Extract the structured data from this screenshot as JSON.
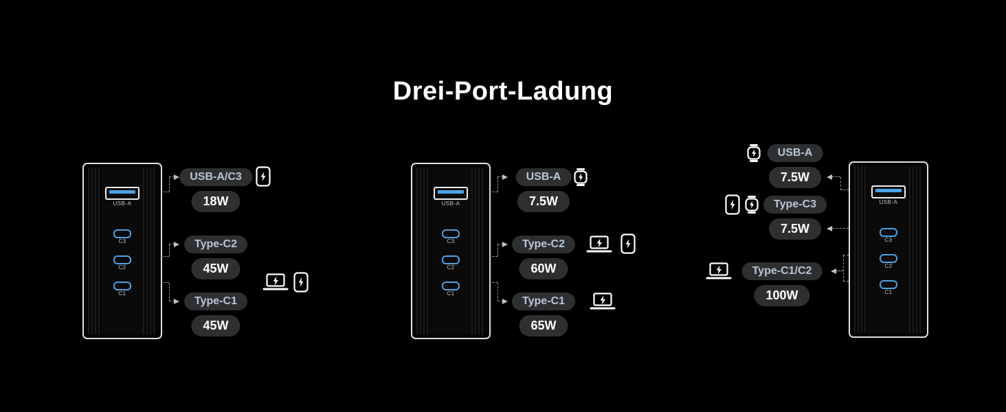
{
  "title": "Drei-Port-Ladung",
  "charger_ports": {
    "usb_a": "USB-A",
    "c3": "C3",
    "c2": "C2",
    "c1": "C1"
  },
  "groups": [
    {
      "name": "left-charger-group",
      "rows": [
        {
          "port": "USB-A/C3",
          "watt": "18W",
          "devices": [
            "phone"
          ]
        },
        {
          "port": "Type-C2",
          "watt": "45W",
          "devices": [
            "laptop",
            "phone"
          ]
        },
        {
          "port": "Type-C1",
          "watt": "45W",
          "devices": []
        }
      ]
    },
    {
      "name": "middle-charger-group",
      "rows": [
        {
          "port": "USB-A",
          "watt": "7.5W",
          "devices": [
            "watch"
          ]
        },
        {
          "port": "Type-C2",
          "watt": "60W",
          "devices": [
            "laptop",
            "phone"
          ]
        },
        {
          "port": "Type-C1",
          "watt": "65W",
          "devices": [
            "laptop"
          ]
        }
      ]
    },
    {
      "name": "right-charger-group",
      "rows": [
        {
          "port": "USB-A",
          "watt": "7.5W",
          "devices": [
            "watch"
          ]
        },
        {
          "port": "Type-C3",
          "watt": "7.5W",
          "devices": [
            "phone",
            "watch"
          ]
        },
        {
          "port": "Type-C1/C2",
          "watt": "100W",
          "devices": [
            "laptop"
          ]
        }
      ]
    }
  ],
  "icons": {
    "phone": "smartphone-charging-icon",
    "watch": "smartwatch-charging-icon",
    "laptop": "laptop-charging-icon"
  },
  "colors": {
    "background": "#000000",
    "pill_bg": "#2e2f31",
    "port_text": "#b9c6d6",
    "watt_text": "#ffffff",
    "accent_blue": "#4da3e8",
    "charger_outline": "#e2e2e2"
  }
}
